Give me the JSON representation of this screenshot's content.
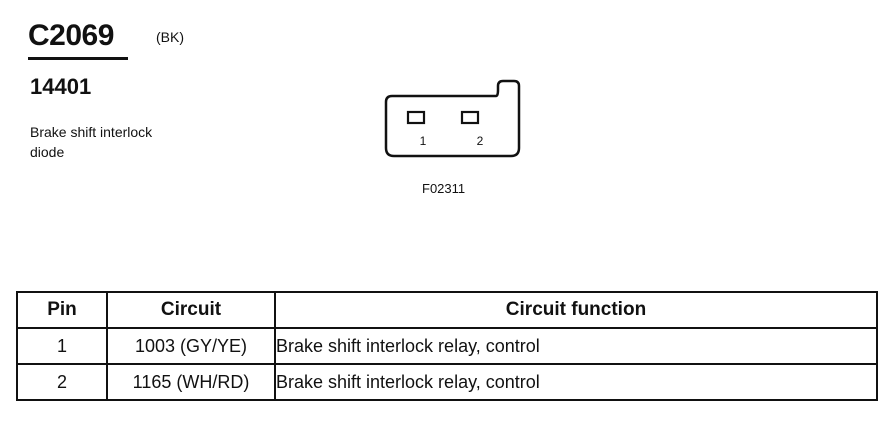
{
  "connector": {
    "id": "C2069",
    "color": "(BK)",
    "part_number": "14401",
    "description_line1": "Brake shift interlock",
    "description_line2": "diode"
  },
  "diagram": {
    "pin_labels": [
      "1",
      "2"
    ],
    "figure_code": "F02311"
  },
  "table": {
    "headers": {
      "pin": "Pin",
      "circuit": "Circuit",
      "function": "Circuit function"
    },
    "rows": [
      {
        "pin": "1",
        "circuit": "1003 (GY/YE)",
        "function": "Brake shift interlock relay, control"
      },
      {
        "pin": "2",
        "circuit": "1165 (WH/RD)",
        "function": "Brake shift interlock relay, control"
      }
    ]
  }
}
